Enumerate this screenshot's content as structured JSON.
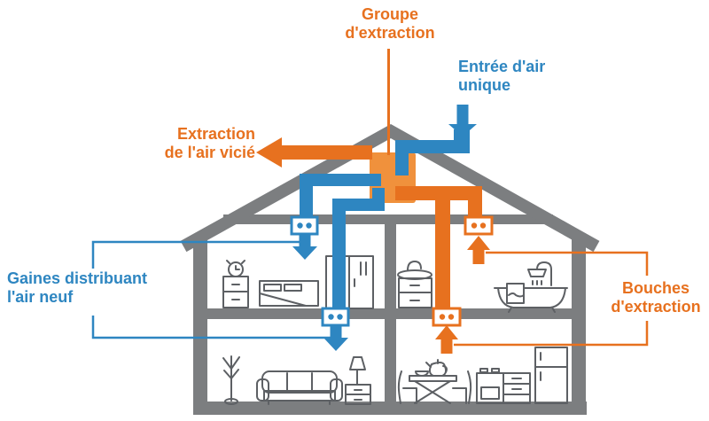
{
  "labels": {
    "groupe_extraction": "Groupe\nd'extraction",
    "entree_air": "Entrée d'air\nunique",
    "extraction_air_vicie": "Extraction\nde l'air vicié",
    "gaines_air_neuf": "Gaines distribuant\nl'air neuf",
    "bouches_extraction": "Bouches\nd'extraction"
  },
  "colors": {
    "orange": "#e7711f",
    "orange_light": "#f0913c",
    "blue": "#2e86c1",
    "gray": "#7c7e80",
    "furniture": "#5d6064",
    "background": "#ffffff"
  }
}
